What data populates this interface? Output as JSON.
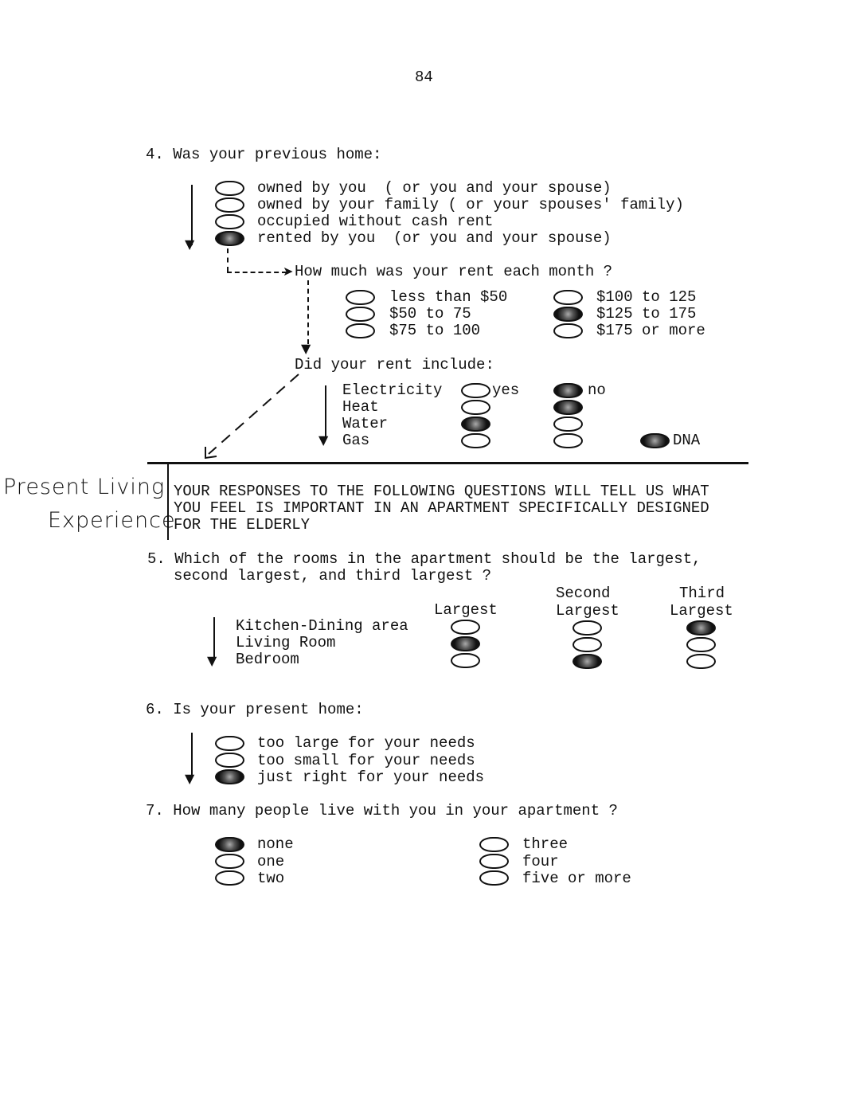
{
  "page_number": "84",
  "q4": {
    "question": "4. Was your previous home:",
    "options": [
      "owned by you  ( or you and your spouse)",
      "owned by your family ( or your spouses' family)",
      "occupied without cash rent",
      "rented by you  (or you and your spouse)"
    ],
    "selected": 3,
    "rent_question": "How much was your rent each month ?",
    "rent_options_left": [
      "less than $50",
      "$50 to 75",
      "$75 to 100"
    ],
    "rent_options_right": [
      "$100 to 125",
      "$125 to 175",
      "$175 or more"
    ],
    "rent_selected": "$125 to 175",
    "include_question": "Did your rent include:",
    "utilities": [
      "Electricity",
      "Heat",
      "Water",
      "Gas"
    ],
    "yes_label": "yes",
    "no_label": "no",
    "dna_label": "DNA",
    "yes_selected": [
      "Water"
    ],
    "no_selected": [
      "Electricity",
      "Heat"
    ],
    "dna_selected": true
  },
  "margin_note": {
    "line1": "Present Living",
    "line2": "Experience"
  },
  "section_intro": [
    "YOUR RESPONSES TO THE FOLLOWING QUESTIONS WILL TELL US WHAT",
    "YOU FEEL IS IMPORTANT IN AN APARTMENT SPECIFICALLY DESIGNED",
    "FOR THE ELDERLY"
  ],
  "q5": {
    "question_line1": "5. Which of the rooms in the apartment should be the largest,",
    "question_line2": "second largest, and third largest ?",
    "col_largest": "Largest",
    "col_second_1": "Second",
    "col_second_2": "Largest",
    "col_third_1": "Third",
    "col_third_2": "Largest",
    "rooms": [
      "Kitchen-Dining area",
      "Living Room",
      "Bedroom"
    ],
    "largest": "Living Room",
    "second": "Bedroom",
    "third": "Kitchen-Dining area"
  },
  "q6": {
    "question": "6. Is your present home:",
    "options": [
      "too large for your needs",
      "too small for your needs",
      "just right for your needs"
    ],
    "selected": 2
  },
  "q7": {
    "question": "7. How many people live with you in your apartment ?",
    "options_left": [
      "none",
      "one",
      "two"
    ],
    "options_right": [
      "three",
      "four",
      "five or more"
    ],
    "selected": "none"
  }
}
